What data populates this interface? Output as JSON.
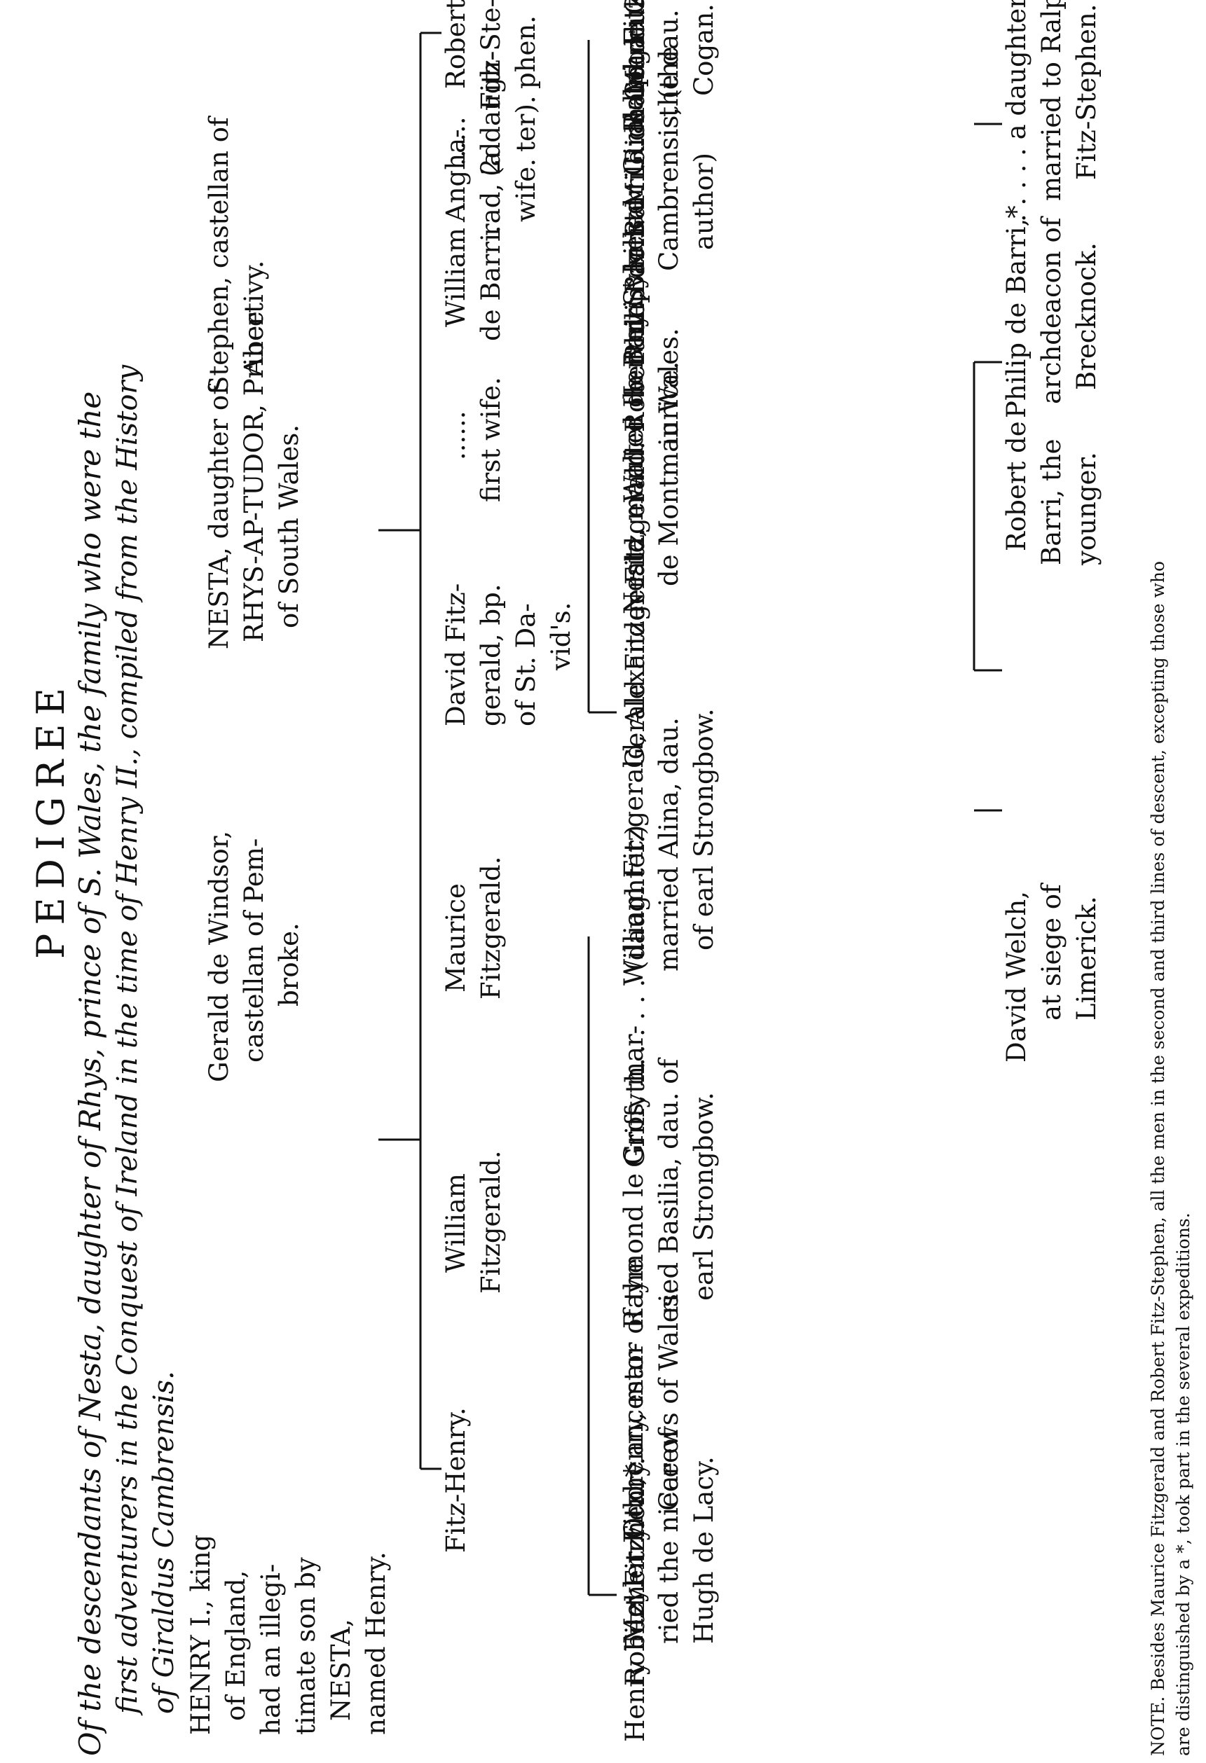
{
  "title": "PEDIGREE",
  "intro": {
    "lines": [
      "Of the descendants of Nesta, daughter of Rhys, prince of S. Wales, the family who were the",
      "first adventurers in the Conquest of Ireland in the time of Henry II., compiled from the History",
      "of Giraldus Cambrensis."
    ]
  },
  "gen1": {
    "henry": [
      "HENRY I., king",
      "of England,",
      "had an illegi-",
      "timate son by",
      "NESTA,",
      "named Henry."
    ],
    "gerald": [
      "Gerald de Windsor,",
      "castellan of Pem-",
      "broke."
    ],
    "nesta": [
      "NESTA, daughter of",
      "RHYS-AP-TUDOR, Prince",
      "of South Wales."
    ],
    "stephen": [
      "Stephen, castellan of",
      "Abertivy."
    ]
  },
  "gen2": {
    "fitzhenry": "Fitz-Henry.",
    "william_fg": [
      "William",
      "Fitzgerald."
    ],
    "maurice": [
      "Maurice",
      "Fitzgerald."
    ],
    "david": [
      "David Fitz-",
      "gerald, bp.",
      "of St. Da-",
      "vid's."
    ],
    "first_wife": [
      "......",
      "first wife."
    ],
    "william_db": [
      "William",
      "de Barri."
    ],
    "anghared": [
      "Angha-",
      "rad, 2d",
      "wife."
    ],
    "daughter": [
      "......",
      "(a daugh-",
      "ter)."
    ],
    "robert_fs": [
      "Robert",
      "Fitz-Ste-",
      "phen."
    ]
  },
  "gen3": {
    "meyler": [
      "Meyler Fitzhenry, mar-",
      "ried the niece of",
      "Hugh de Lacy."
    ],
    "robert_fh": "Robert Fitzhenry.",
    "henry_fh": "Henry Fitzhenry.",
    "odo": [
      "Odo,* ancestor of the",
      "Carews of Wales."
    ],
    "raymond": [
      "Raymond le Gros, mar-",
      "ried Basilia, dau. of",
      "earl Strongbow."
    ],
    "griffyth": "Griffyth.",
    "daughter2": ". . . . . . (daughter.)",
    "william_fg3": [
      "William Fitzgerald,",
      "married Alina, dau.",
      "of earl Strongbow."
    ],
    "gerald_fg": "Gerald Fitzgerald.",
    "alexander": "Alexander Fitzgerald.",
    "nesta2": [
      "Nesta, married Hervey",
      "de Montmaurice."
    ],
    "walter": [
      "Walter de Barri,* killed",
      "in Wales."
    ],
    "robert_db": "Robert de Barri.",
    "philip_db": "Philip de Barri.",
    "sylvester": [
      "Sylvester Giraldus",
      "Cambrensis, (the",
      "author)"
    ],
    "milo": "Milo de Cogan.",
    "richard": "Richard de Cogan.",
    "ralph": [
      "Ralph Fitz-Stephen, m.",
      "the dau. of Milo de",
      "Cogan."
    ],
    "marduke": "Marduke, died young."
  },
  "gen4": {
    "david_welch": [
      "David Welch,",
      "at siege of",
      "Limerick."
    ],
    "robert_younger": [
      "Robert de",
      "Barri, the",
      "younger."
    ],
    "philip_archdeacon": [
      "Philip de Barri,*",
      "archdeacon of",
      "Brecknock."
    ],
    "dau_ralph": [
      ". . . . . a daughter,",
      "married to Ralph",
      "Fitz-Stephen."
    ]
  },
  "note": [
    "NOTE. Besides Maurice Fitzgerald and Robert Fitz-Stephen, all the men in the second and third lines of descent, excepting those who",
    "are distinguished by a *, took part in the several expeditions."
  ]
}
